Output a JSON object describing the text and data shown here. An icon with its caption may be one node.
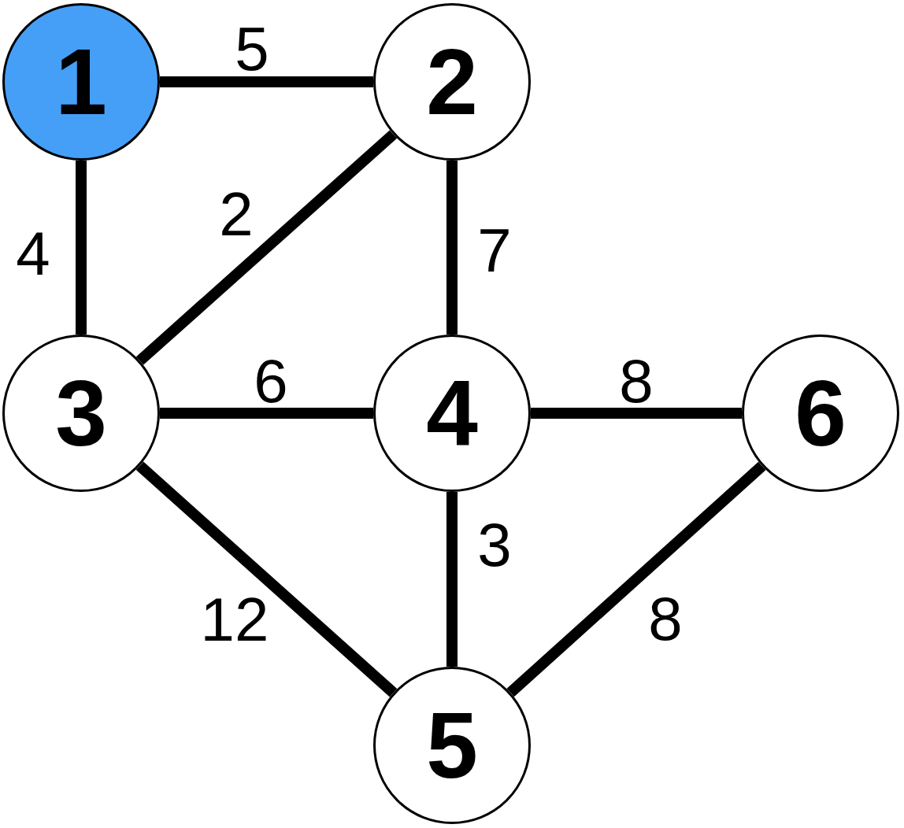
{
  "diagram": {
    "nodes": [
      {
        "text": [
          "1"
        ]
      },
      {
        "text": [
          "2"
        ]
      },
      {
        "text": [
          "3"
        ]
      },
      {
        "text": [
          "4"
        ]
      },
      {
        "text": [
          "5"
        ]
      },
      {
        "text": [
          "6"
        ]
      }
    ],
    "edges": [
      {
        "from": 0,
        "to": 1,
        "arrow": "none",
        "label": "5"
      },
      {
        "from": 0,
        "to": 2,
        "arrow": "none",
        "label": "4"
      },
      {
        "from": 1,
        "to": 2,
        "arrow": "none",
        "label": "2"
      },
      {
        "from": 1,
        "to": 3,
        "arrow": "none",
        "label": "7"
      },
      {
        "from": 2,
        "to": 3,
        "arrow": "none",
        "label": "6"
      },
      {
        "from": 3,
        "to": 5,
        "arrow": "none",
        "label": "8"
      },
      {
        "from": 3,
        "to": 4,
        "arrow": "none",
        "label": "3"
      },
      {
        "from": 2,
        "to": 4,
        "arrow": "none",
        "label": "12"
      },
      {
        "from": 4,
        "to": 5,
        "arrow": "none",
        "label": "8"
      }
    ]
  }
}
